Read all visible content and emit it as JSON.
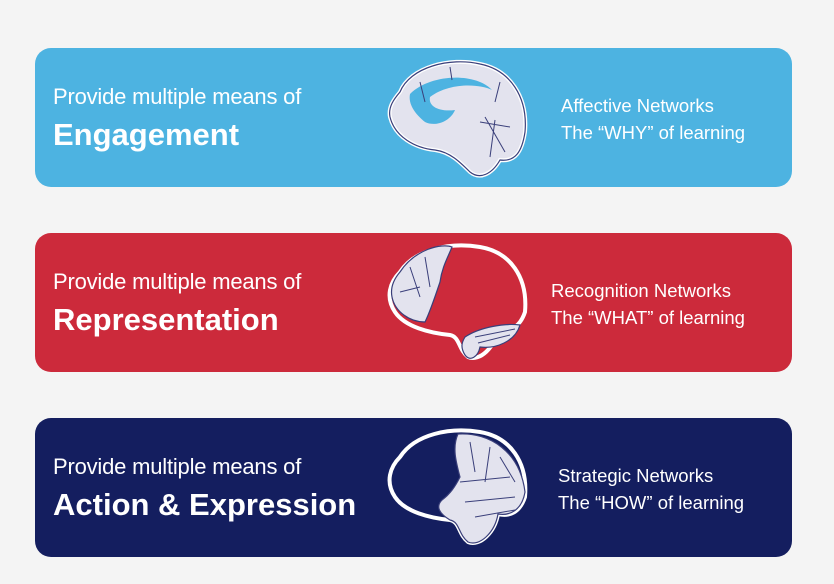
{
  "cards": [
    {
      "lead": "Provide multiple means of",
      "heading": "Engagement",
      "network": "Affective Networks",
      "question": "The “WHY” of learning",
      "color": "#4db3e1",
      "icon": "brain-limbic-icon"
    },
    {
      "lead": "Provide multiple means of",
      "heading": "Representation",
      "network": "Recognition Networks",
      "question": "The “WHAT” of learning",
      "color": "#cc2a3b",
      "icon": "brain-posterior-icon"
    },
    {
      "lead": "Provide multiple means of",
      "heading": "Action & Expression",
      "network": "Strategic Networks",
      "question": "The “HOW” of learning",
      "color": "#141e5f",
      "icon": "brain-frontal-icon"
    }
  ]
}
